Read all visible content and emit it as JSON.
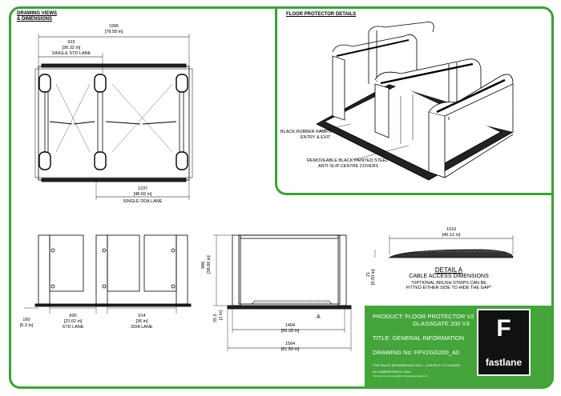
{
  "section_titles": {
    "views": "DRAWING VIEWS",
    "dims": "& DIMENSIONS",
    "floor": "FLOOR PROTECTOR DETAILS"
  },
  "plan": {
    "overall_mm": "1996",
    "overall_in": "[78.58 in]",
    "std_mm": "923",
    "std_in": "[36.32 in]",
    "std_label": "SINGLE STD LANE",
    "dda_mm": "1237",
    "dda_in": "[48.69 in]",
    "dda_label": "SINGLE DDA LANE"
  },
  "detail_callouts": {
    "ramps_1": "BLACK RUBBER RAMPS",
    "ramps_2": "ENTRY & EXIT",
    "covers_1": "REMOVEABLE BLACK PAINTED STEEL",
    "covers_2": "ANTI-SLIP CENTRE COVERS"
  },
  "elevation": {
    "base_mm": "160",
    "base_in": "[6.3 in]",
    "std_mm": "600",
    "std_in": "[23.62 in]",
    "std_label": "STD LANE",
    "dda_mm": "914",
    "dda_in": "[36 in]",
    "dda_label": "DDA LANE"
  },
  "end_view": {
    "height_mm": "986",
    "height_in": "[38.86 in]",
    "ramp_mm": "25.5",
    "ramp_in": "[1 in]",
    "inner_mm": "1404",
    "inner_in": "[55.28 in]",
    "outer_mm": "1564",
    "outer_in": "[61.59 in]",
    "detail_ref": "A"
  },
  "detail_a": {
    "width_mm": "1019",
    "width_in": "[40.12 in]",
    "height_mm": "21",
    "height_in": "[0.83 in]",
    "title_1": "DETAIL A",
    "title_2": "CABLE ACCESS DIMENSIONS",
    "note_1": "*OPTIONAL BRUSH STRIPS CAN BE",
    "note_2": "FITTED EITHER SIDE TO HIDE THE GAP*"
  },
  "title_block": {
    "product_1": "PRODUCT:  FLOOR PROTECTOR V2",
    "product_2": "GLASSGATE 200 V3",
    "title": "TITLE:  GENERAL INFORMATION",
    "drawing_no": "DRAWING No:  FPV2GG200_A0",
    "sales_note": "FOR SALES INFORMATION ONLY - SUBJECT TO CHANGE",
    "dims_note": "ALL DIMENSIONS in 2mm",
    "copyright": "This document is copyright of Integrated Design Ltd",
    "logo_letter": "F",
    "logo_word": "fastlane"
  },
  "colors": {
    "accent_green": "#3aa335",
    "title_block_green": "#43a53a",
    "logo_black": "#111111"
  }
}
